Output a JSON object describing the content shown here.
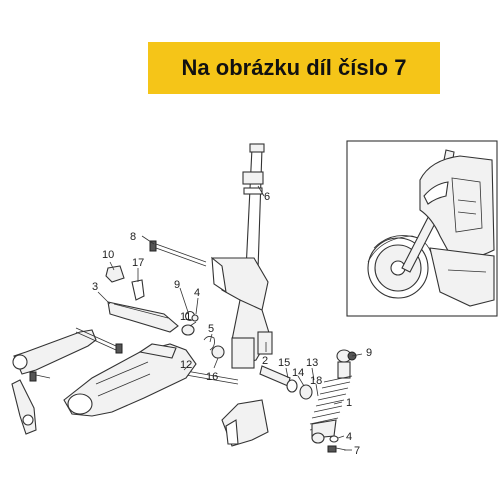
{
  "banner": {
    "text": "Na obrázku díl číslo 7",
    "background": "#f5c518"
  },
  "callouts": [
    "6",
    "8",
    "10",
    "17",
    "3",
    "9",
    "4",
    "11",
    "5",
    "2",
    "12",
    "16",
    "15",
    "14",
    "13",
    "18",
    "9",
    "1",
    "4",
    "7"
  ],
  "inset": {
    "icon": "scooter-front-icon"
  }
}
